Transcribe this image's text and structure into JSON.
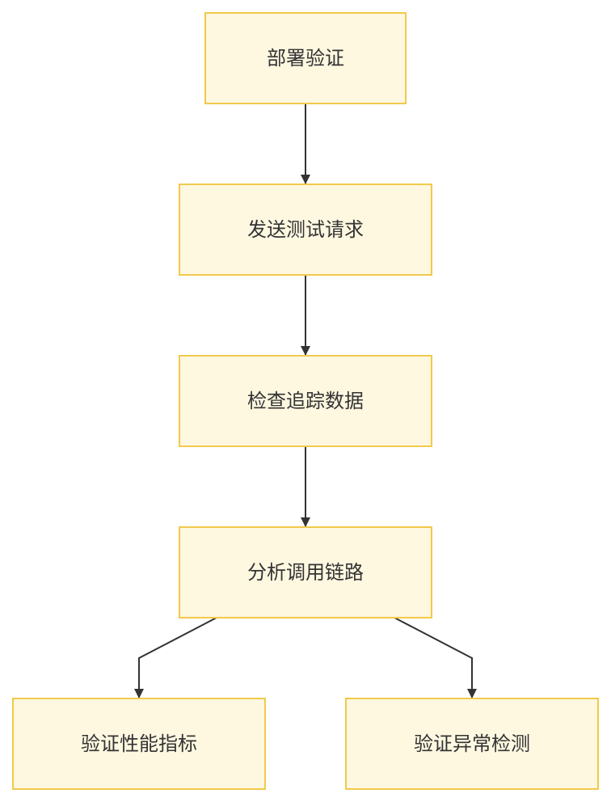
{
  "diagram": {
    "nodes": [
      {
        "id": "deploy",
        "label": "部署验证"
      },
      {
        "id": "send",
        "label": "发送测试请求"
      },
      {
        "id": "check",
        "label": "检查追踪数据"
      },
      {
        "id": "analyze",
        "label": "分析调用链路"
      },
      {
        "id": "perf",
        "label": "验证性能指标"
      },
      {
        "id": "anomaly",
        "label": "验证异常检测"
      }
    ],
    "edges": [
      {
        "from": "deploy",
        "to": "send"
      },
      {
        "from": "send",
        "to": "check"
      },
      {
        "from": "check",
        "to": "analyze"
      },
      {
        "from": "analyze",
        "to": "perf"
      },
      {
        "from": "analyze",
        "to": "anomaly"
      }
    ]
  }
}
